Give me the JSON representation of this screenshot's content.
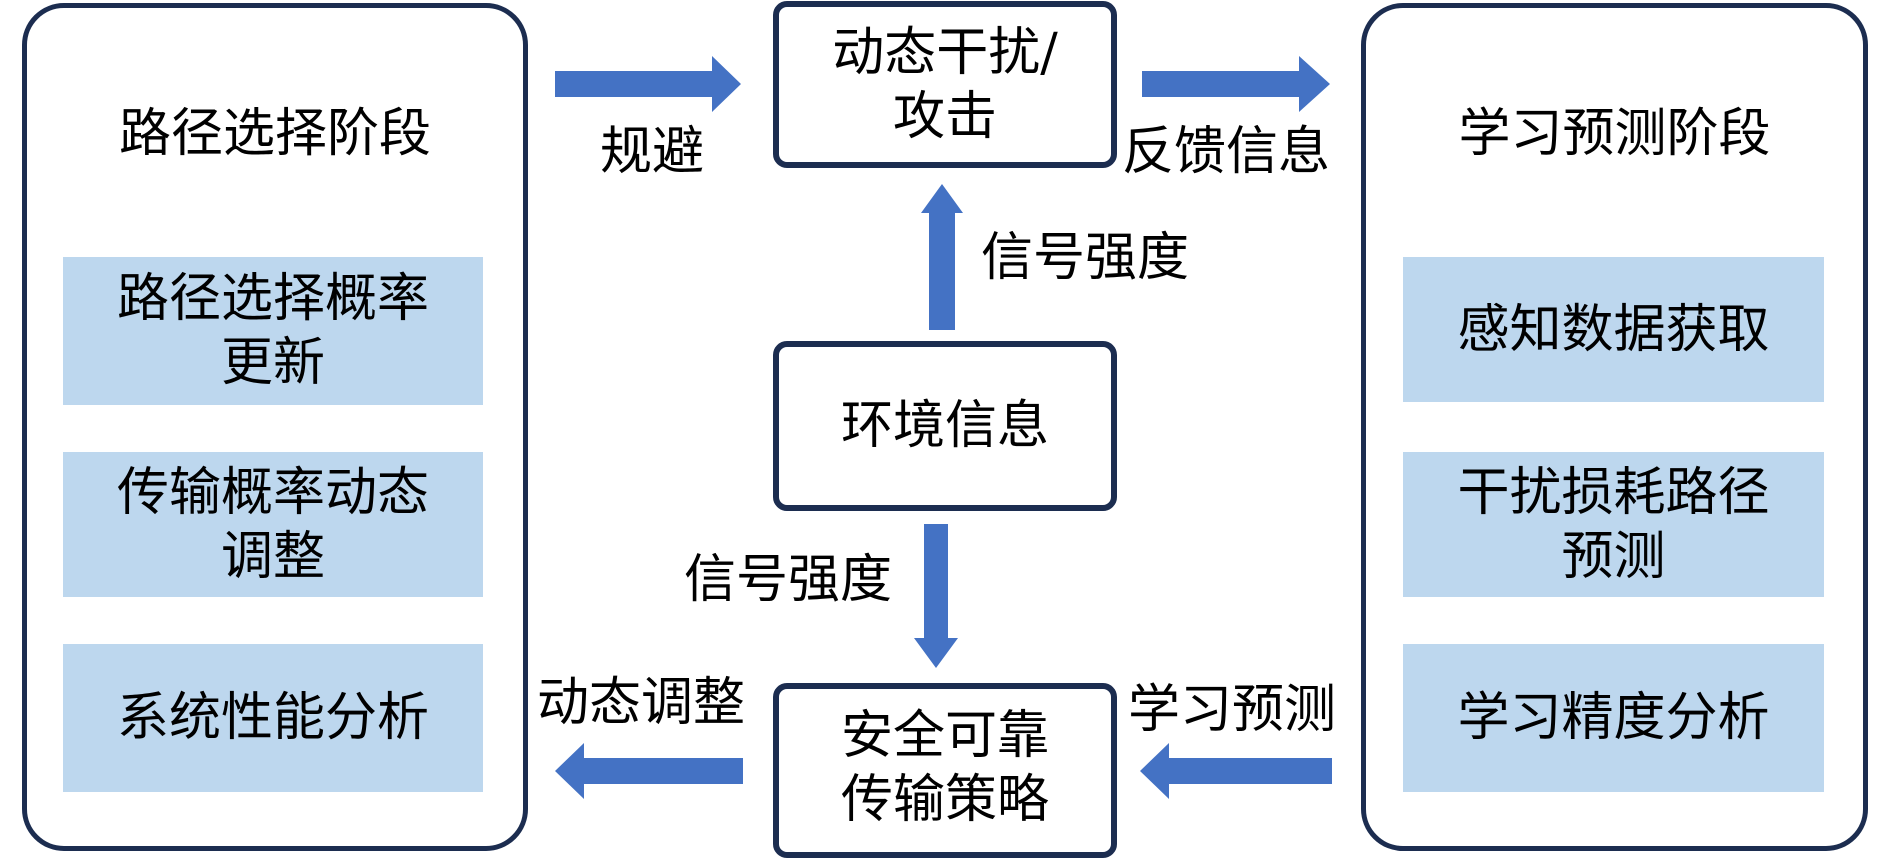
{
  "colors": {
    "panel_border": "#1c2d50",
    "sub_box_fill": "#bdd7ee",
    "arrow": "#4472c4"
  },
  "left_panel": {
    "title": "路径选择阶段",
    "items": [
      {
        "label": "路径选择概率\n更新"
      },
      {
        "label": "传输概率动态\n调整"
      },
      {
        "label": "系统性能分析"
      }
    ]
  },
  "right_panel": {
    "title": "学习预测阶段",
    "items": [
      {
        "label": "感知数据获取"
      },
      {
        "label": "干扰损耗路径\n预测"
      },
      {
        "label": "学习精度分析"
      }
    ]
  },
  "center": {
    "top_node": "动态干扰/\n攻击",
    "middle_node": "环境信息",
    "bottom_node": "安全可靠\n传输策略"
  },
  "edges": [
    {
      "from": "路径选择阶段",
      "to": "动态干扰/攻击",
      "label": "规避",
      "direction": "right"
    },
    {
      "from": "动态干扰/攻击",
      "to": "学习预测阶段",
      "label": "反馈信息",
      "direction": "right"
    },
    {
      "from": "环境信息",
      "to": "动态干扰/攻击",
      "label": "信号强度",
      "direction": "up"
    },
    {
      "from": "环境信息",
      "to": "安全可靠传输策略",
      "label": "信号强度",
      "direction": "down"
    },
    {
      "from": "学习预测阶段",
      "to": "安全可靠传输策略",
      "label": "学习预测",
      "direction": "left"
    },
    {
      "from": "安全可靠传输策略",
      "to": "路径选择阶段",
      "label": "动态调整",
      "direction": "left"
    }
  ]
}
